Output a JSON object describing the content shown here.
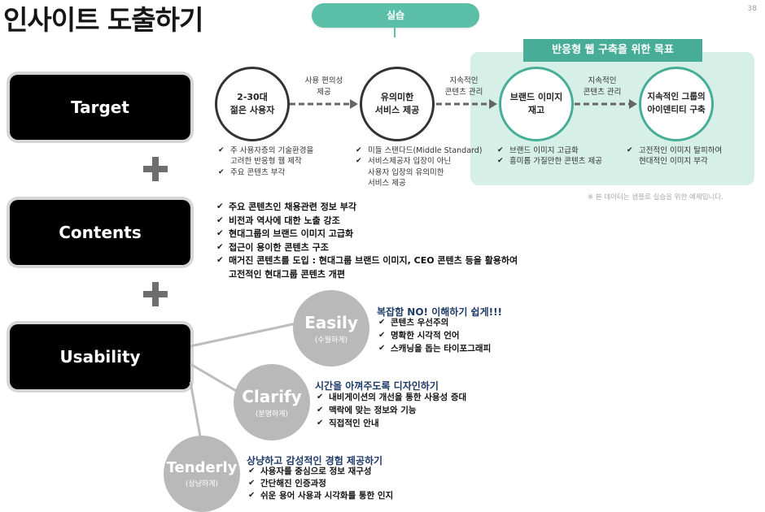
{
  "title": "인사이트 도출하기",
  "page_number": "38",
  "practice_badge": "실습",
  "goal_label": "반응형 웹 구축을 위한 목표",
  "footnote": "※ 본 데이터는 샘플로 실습을 위한 예제입니다.",
  "sections": {
    "target": "Target",
    "contents": "Contents",
    "usability": "Usability"
  },
  "flow": {
    "nodes": [
      "2-30대\n젊은 사용자",
      "유의미한\n서비스 제공",
      "브랜드 이미지\n재고",
      "지속적인 그룹의\n아이덴티티 구축"
    ],
    "arrows": [
      "사용 편의성\n제공",
      "지속적인\n콘텐츠 관리",
      "지속적인\n콘텐츠 관리"
    ],
    "notes": [
      [
        "주 사용자층의 기술환경을\n고려한 반응형 웹 제작",
        "주요 콘텐츠 부각"
      ],
      [
        "미들 스탠다드(Middle Standard)",
        "서비스제공자 입장이 아닌\n사용자 입장의 유의미한\n서비스 제공"
      ],
      [
        "브랜드 이미지 고급화",
        "흥미롭 가질만한 콘텐츠 제공"
      ],
      [
        "고전적인 이미지 탈피하여\n현대적인 이미지 부각"
      ]
    ]
  },
  "contents_items": [
    "주요 콘텐츠인 채용관련 정보 부각",
    "비전과 역사에 대한 노출 강조",
    "현대그룹의 브랜드 이미지 고급화",
    "접근이 용이한 콘텐츠 구조",
    "매거진 콘텐츠를 도입 : 현대그룹 브랜드 이미지, CEO 콘텐츠 등을 활용하여\n고전적인 현대그룹 콘텐츠 개편"
  ],
  "usability_groups": [
    {
      "name": "Easily",
      "sub": "(수월하게)",
      "heading": "복잡함 NO! 이해하기 쉽게!!!",
      "items": [
        "콘텐츠 우선주의",
        "명확한 시각적 언어",
        "스캐닝을 돕는 타이포그래피"
      ]
    },
    {
      "name": "Clarify",
      "sub": "(분명하게)",
      "heading": "시간을 아껴주도록 디자인하기",
      "items": [
        "내비게이션의 개선을 통한 사용성 증대",
        "맥락에 맞는 정보와 기능",
        "직접적인 안내"
      ]
    },
    {
      "name": "Tenderly",
      "sub": "(상냥하게)",
      "heading": "상냥하고 감성적인 경험 제공하기",
      "items": [
        "사용자를 중심으로 정보 재구성",
        "간단해진 인증과정",
        "쉬운 용어 사용과 시각화를 통한 인지"
      ]
    }
  ],
  "colors": {
    "teal": "#5bbfa8",
    "teal_dark": "#47ad97",
    "goal_bg": "#d6efe7",
    "usability_heading": "#1e3a66",
    "gray_circle": "#b9b9b9"
  }
}
